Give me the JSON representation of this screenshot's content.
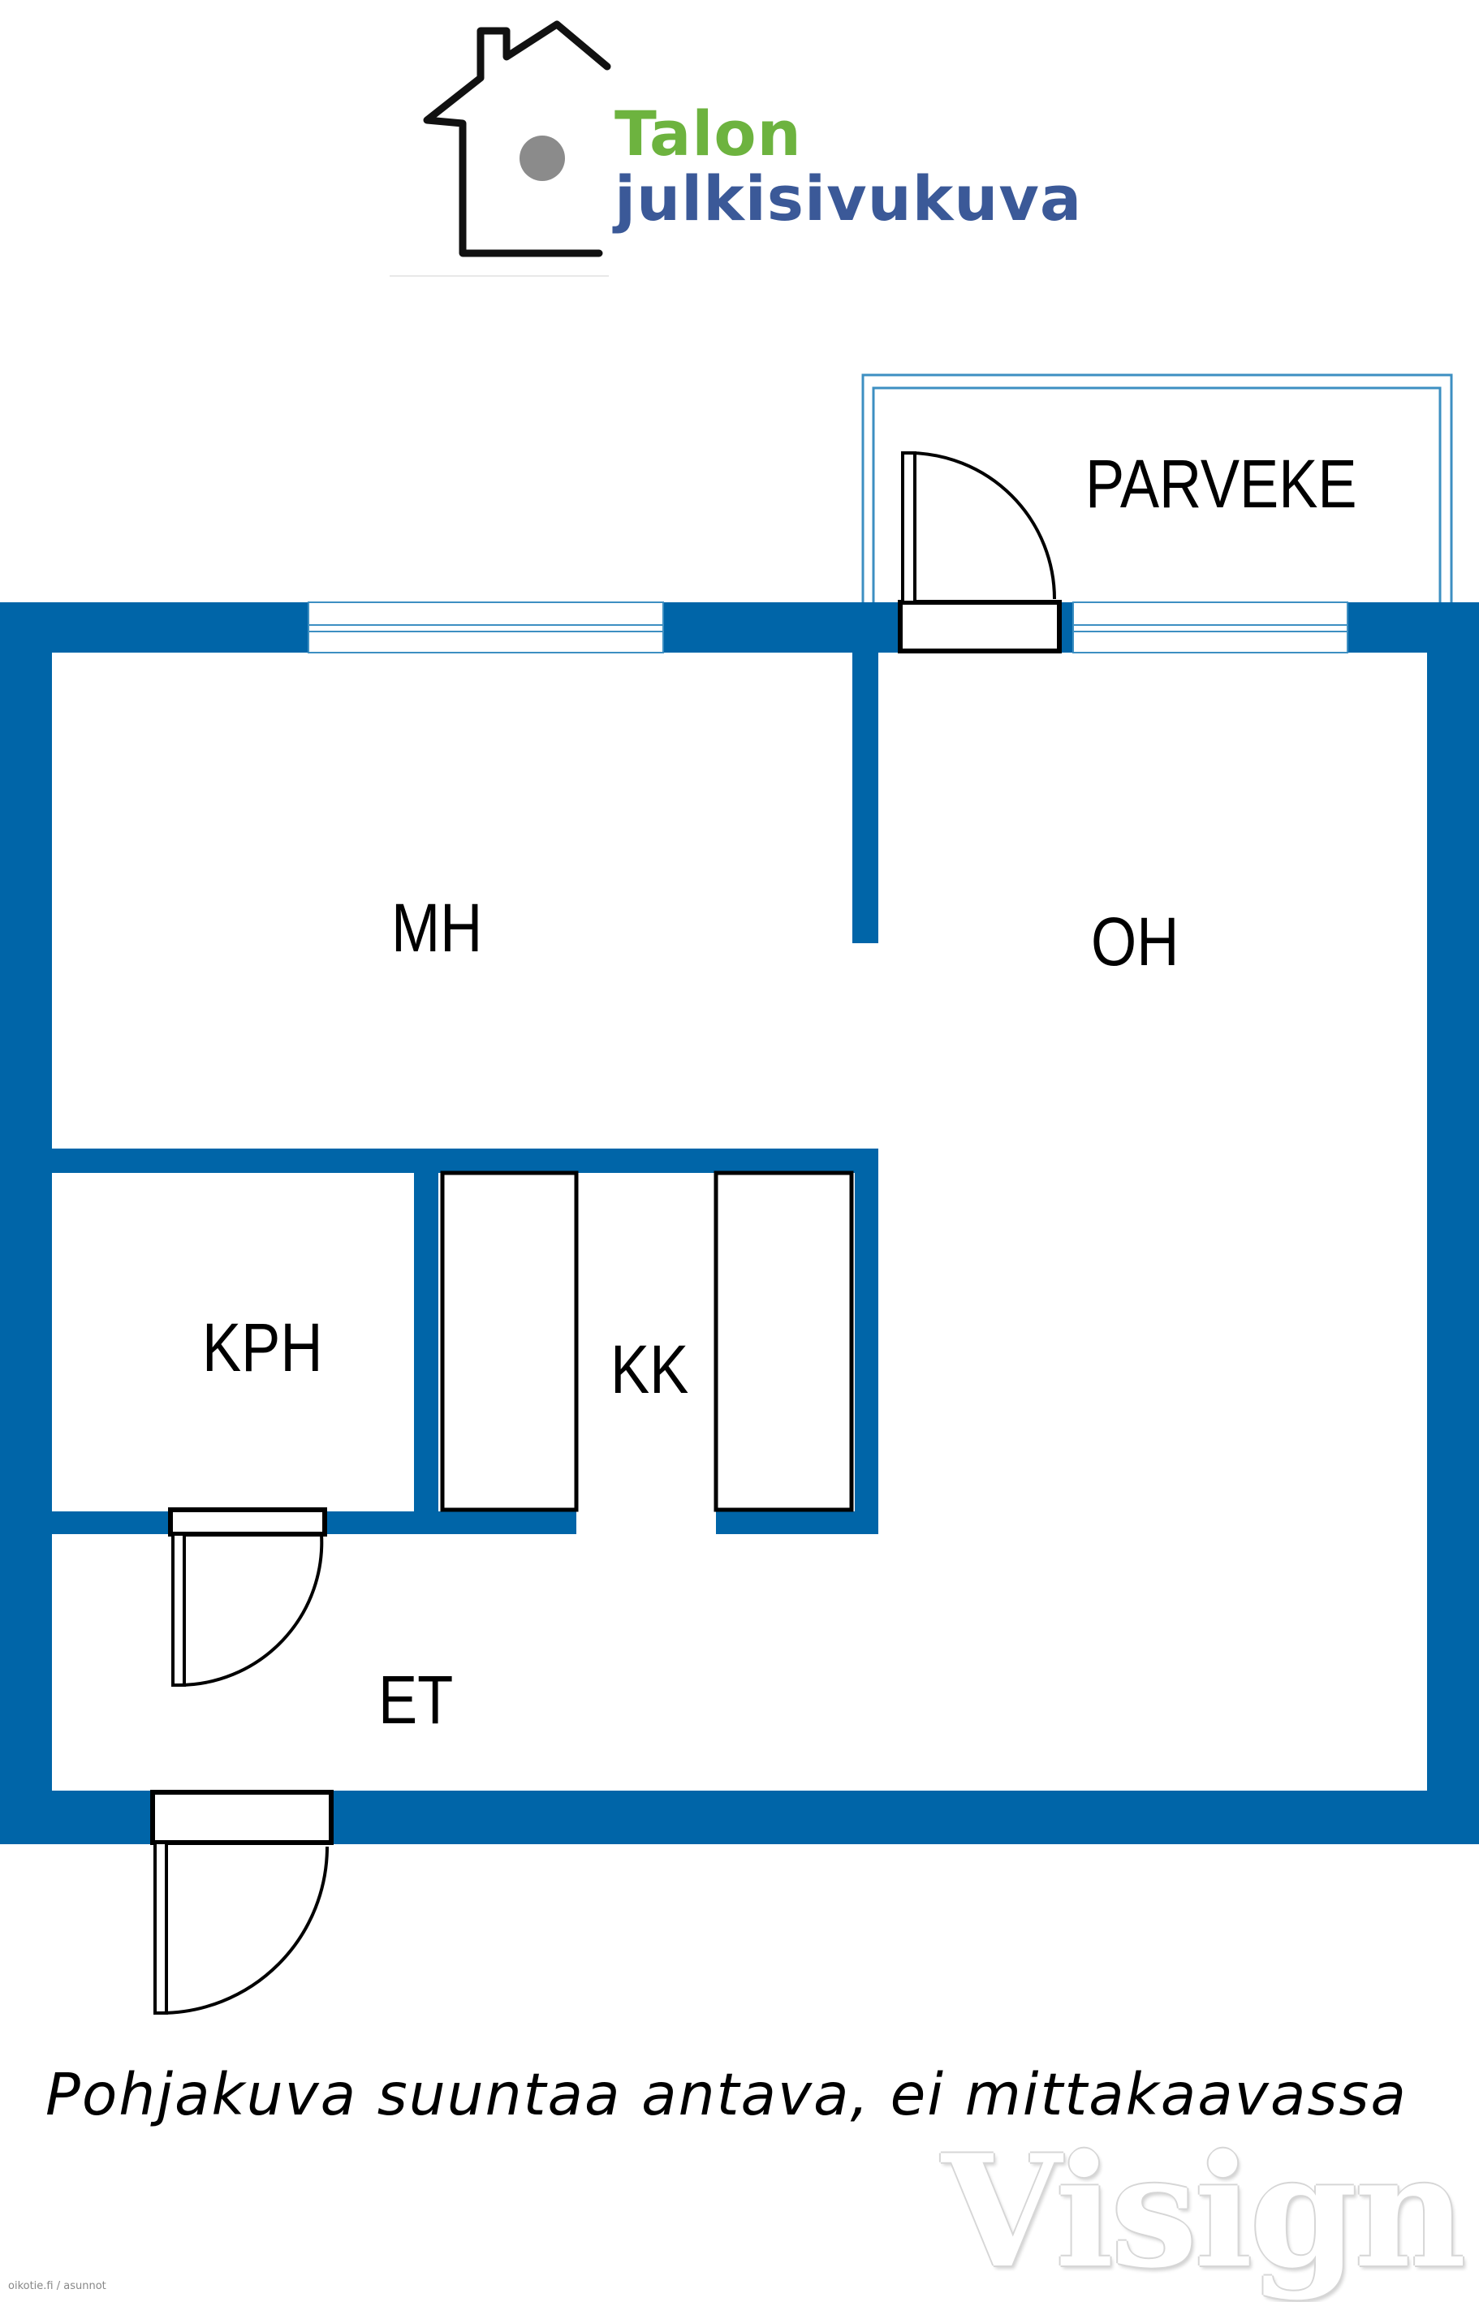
{
  "logo": {
    "line1": "Talon",
    "line2": "julkisivukuva",
    "line1_color": "#6db33f",
    "line2_color": "#3b5998",
    "icon": "house-icon"
  },
  "rooms": {
    "mh": "MH",
    "oh": "OH",
    "parveke": "PARVEKE",
    "kph": "KPH",
    "kk": "KK",
    "et": "ET"
  },
  "colors": {
    "wall": "#0065a8",
    "window_line": "#3d8fc2",
    "background": "#ffffff"
  },
  "caption": "Pohjakuva suuntaa antava, ei mittakaavassa",
  "watermark": "Visign",
  "credit": "oikotie.fi / asunnot"
}
